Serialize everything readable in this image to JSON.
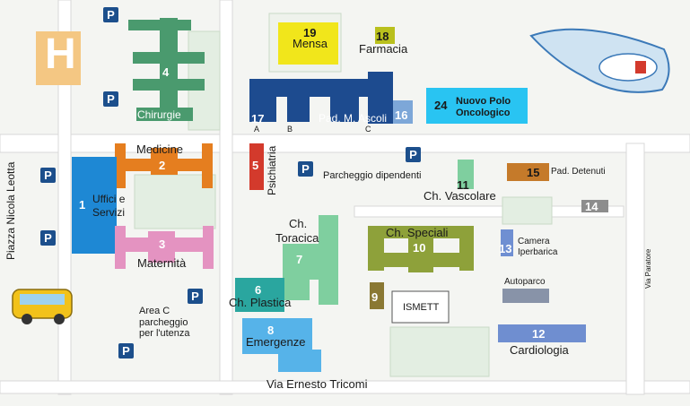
{
  "colors": {
    "green": "#4a9a6e",
    "orange": "#e57e1f",
    "blue": "#1e88d4",
    "pink": "#e493c1",
    "red": "#d33a2c",
    "teal_light": "#7fcf9f",
    "teal": "#2aa69f",
    "sky": "#56b3e9",
    "olive": "#8ea13a",
    "yellow": "#f1e61b",
    "dark_blue": "#1d4b8f",
    "cyan": "#29c4f2",
    "brown": "#c57a2a",
    "slate": "#6f819b",
    "parking": "#1c4f8c"
  },
  "buildings": [
    {
      "id": "4",
      "label": "Chirurgie"
    },
    {
      "id": "2",
      "label": "Medicine"
    },
    {
      "id": "1",
      "label": "Uffici e Servizi"
    },
    {
      "id": "3",
      "label": "Maternità"
    },
    {
      "id": "5",
      "label": "Psichiatria"
    },
    {
      "id": "7",
      "label": "Ch. Toracica"
    },
    {
      "id": "6",
      "label": "Ch. Plastica"
    },
    {
      "id": "8",
      "label": "Emergenze"
    },
    {
      "id": "19",
      "label": "Mensa"
    },
    {
      "id": "18",
      "label": "Farmacia"
    },
    {
      "id": "17",
      "label": ""
    },
    {
      "id": "16",
      "label": "Pad. M. Ascoli"
    },
    {
      "id": "24",
      "label": "Nuovo Polo Oncologico"
    },
    {
      "id": "11",
      "label": "Ch. Vascolare"
    },
    {
      "id": "15",
      "label": "Pad. Detenuti"
    },
    {
      "id": "14",
      "label": ""
    },
    {
      "id": "10",
      "label": "Ch. Speciali"
    },
    {
      "id": "9",
      "label": ""
    },
    {
      "id": "13",
      "label": "Camera Iperbarica"
    },
    {
      "id": "12",
      "label": "Cardiologia"
    }
  ],
  "labels": {
    "helipad": "H",
    "parcheggio_dipendenti": "Parcheggio dipendenti",
    "area_c": "Area C",
    "area_c_line2": "parcheggio",
    "area_c_line3": "per l'utenza",
    "autoparco": "Autoparco",
    "ismett": "ISMETT",
    "wing_a": "A",
    "wing_b": "B",
    "wing_c": "C",
    "piazza": "Piazza Nicola Leotta",
    "via_tricomi": "Via Ernesto Tricomi",
    "via_paratore": "Via Paratore",
    "uffici": "Uffici e",
    "servizi": "Servizi",
    "nuovo_polo_1": "Nuovo Polo",
    "nuovo_polo_2": "Oncologico",
    "camera_1": "Camera",
    "camera_2": "Iperbarica",
    "ch_1": "Ch.",
    "toracica": "Toracica",
    "parking_letter": "P"
  }
}
